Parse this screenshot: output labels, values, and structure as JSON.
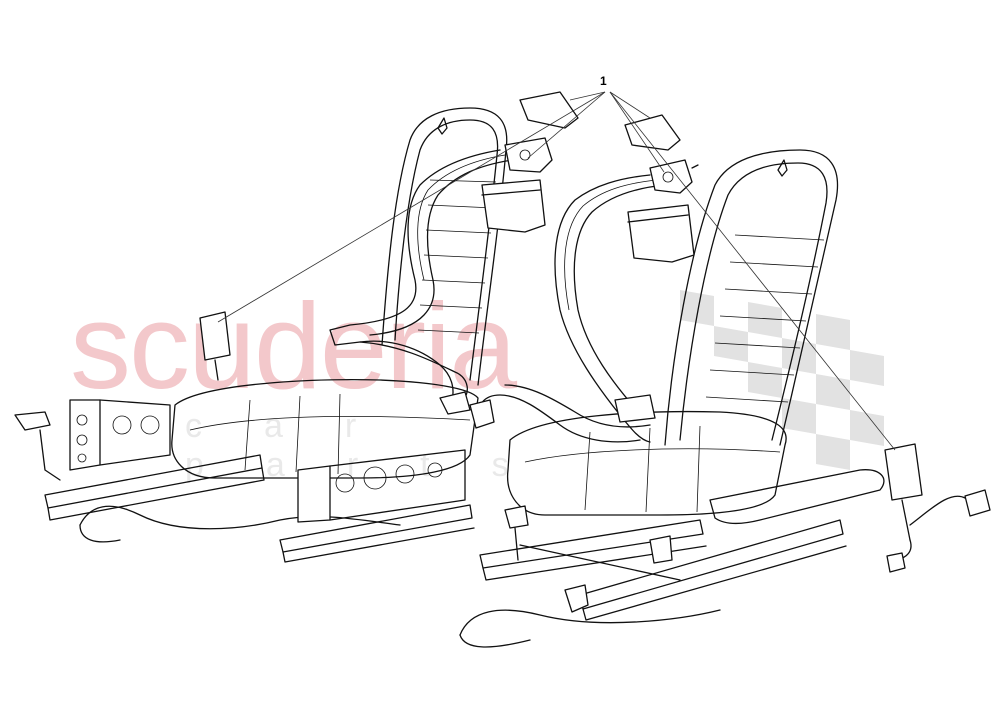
{
  "callout": {
    "label": "1"
  },
  "watermark": {
    "word": "scuderia",
    "sub": "car parts"
  }
}
